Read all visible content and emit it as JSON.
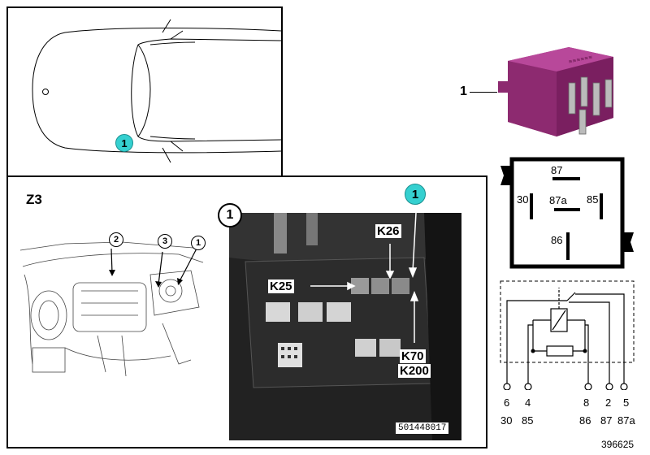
{
  "car_view": {
    "callout": "1"
  },
  "engine_bay": {
    "model_label": "Z3",
    "callouts": [
      "2",
      "3",
      "1"
    ]
  },
  "photo": {
    "callout_top_left": "1",
    "callout_teal": "1",
    "labels": {
      "k26": "K26",
      "k25": "K25",
      "k70": "K70",
      "k200": "K200"
    },
    "code": "501448017"
  },
  "relay": {
    "part_label": "1",
    "color": "#9a2f7a",
    "pins": {
      "p87": "87",
      "p30": "30",
      "p87a": "87a",
      "p85": "85",
      "p86": "86"
    }
  },
  "schematic": {
    "numbers": [
      "6",
      "4",
      "8",
      "2",
      "5"
    ],
    "terminals": [
      "30",
      "85",
      "86",
      "87",
      "87a"
    ]
  },
  "diagram_number": "396625"
}
